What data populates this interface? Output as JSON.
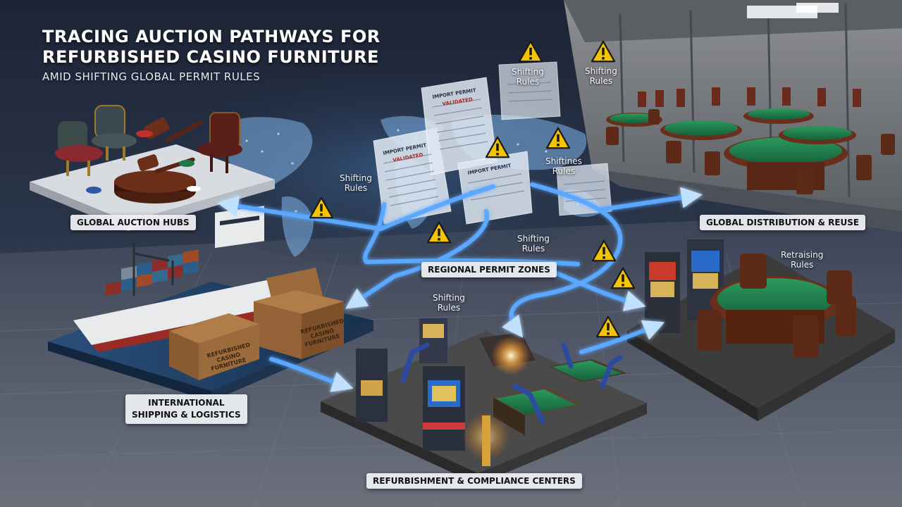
{
  "header": {
    "title_line_1": "TRACING AUCTION PATHWAYS FOR",
    "title_line_2": "REFURBISHED CASINO FURNITURE",
    "subtitle": "AMID SHIFTING GLOBAL PERMIT RULES"
  },
  "hubs": {
    "auction": "GLOBAL AUCTION HUBS",
    "distribution": "GLOBAL DISTRIBUTION & REUSE",
    "permit_zones": "REGIONAL PERMIT ZONES",
    "shipping_line_1": "INTERNATIONAL",
    "shipping_line_2": "SHIPPING & LOGISTICS",
    "refurbishment": "REFURBISHMENT & COMPLIANCE CENTERS"
  },
  "rule_labels": {
    "shifting_1": "Shifting",
    "shifting_2": "Rules",
    "shiftines_1": "Shiftines",
    "shiftines_2": "Rules",
    "retraising_1": "Retraising",
    "retraising_2": "Rules"
  },
  "documents": {
    "doc_title_a": "IMPORT PERMIT",
    "doc_stamp_a": "VALIDATED",
    "doc_title_b": "IMPORT PERMIT"
  },
  "crates": {
    "crate_line_1": "REFURBISHED",
    "crate_line_2": "CASINO",
    "crate_line_3": "FURNITURE"
  },
  "icons": [
    "warning-icon",
    "gavel-icon",
    "chair-icon",
    "slot-machine-icon",
    "casino-table-icon",
    "cargo-ship-icon",
    "crate-icon",
    "robot-arm-icon",
    "permit-document-icon",
    "arrow-flow"
  ],
  "colors": {
    "background": "#2a3347",
    "flow_arrow": "#5aa8ff",
    "warning": "#f5c400",
    "felt": "#1f7a4a",
    "wood": "#7a3a22",
    "label_bg": "#eceef2"
  }
}
